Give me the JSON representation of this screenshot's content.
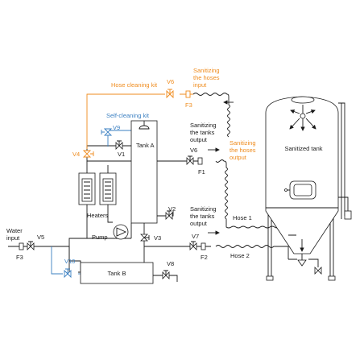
{
  "colors": {
    "line": "#1a1a1a",
    "orange": "#ef8b1c",
    "blue": "#3a7fc1"
  },
  "labels": {
    "hose_cleaning_kit": "Hose cleaning kit",
    "self_cleaning_kit": "Self-cleaning kit",
    "tank_a": "Tank A",
    "tank_b": "Tank B",
    "heaters": "Heaters",
    "pump": "Pump",
    "water_input_1": "Water",
    "water_input_2": "input",
    "sanitized_tank": "Sanitized tank",
    "sanitizing_hoses_input": [
      "Sanitizing",
      "the hoses",
      "input"
    ],
    "sanitizing_tanks_output_1": [
      "Sanitizing",
      "the tanks",
      "output"
    ],
    "sanitizing_hoses_output": [
      "Sanitizing",
      "the hoses",
      "output"
    ],
    "sanitizing_tanks_output_2": [
      "Sanitizing",
      "the tanks",
      "output"
    ],
    "hose_1": "Hose 1",
    "hose_2": "Hose 2"
  },
  "valves": {
    "v1": "V1",
    "v2": "V2",
    "v3": "V3",
    "v4": "V4",
    "v5": "V5",
    "v6_orange": "V6",
    "v6": "V6",
    "v7": "V7",
    "v8": "V8",
    "v9": "V9",
    "v10": "V10"
  },
  "filters": {
    "f1": "F1",
    "f2": "F2",
    "f3_orange": "F3",
    "f3": "F3"
  },
  "icons": [
    "valve-icon",
    "filter-icon",
    "pump-icon",
    "heater-icon",
    "spray-ball-icon",
    "arrow-icon",
    "manway-icon"
  ]
}
